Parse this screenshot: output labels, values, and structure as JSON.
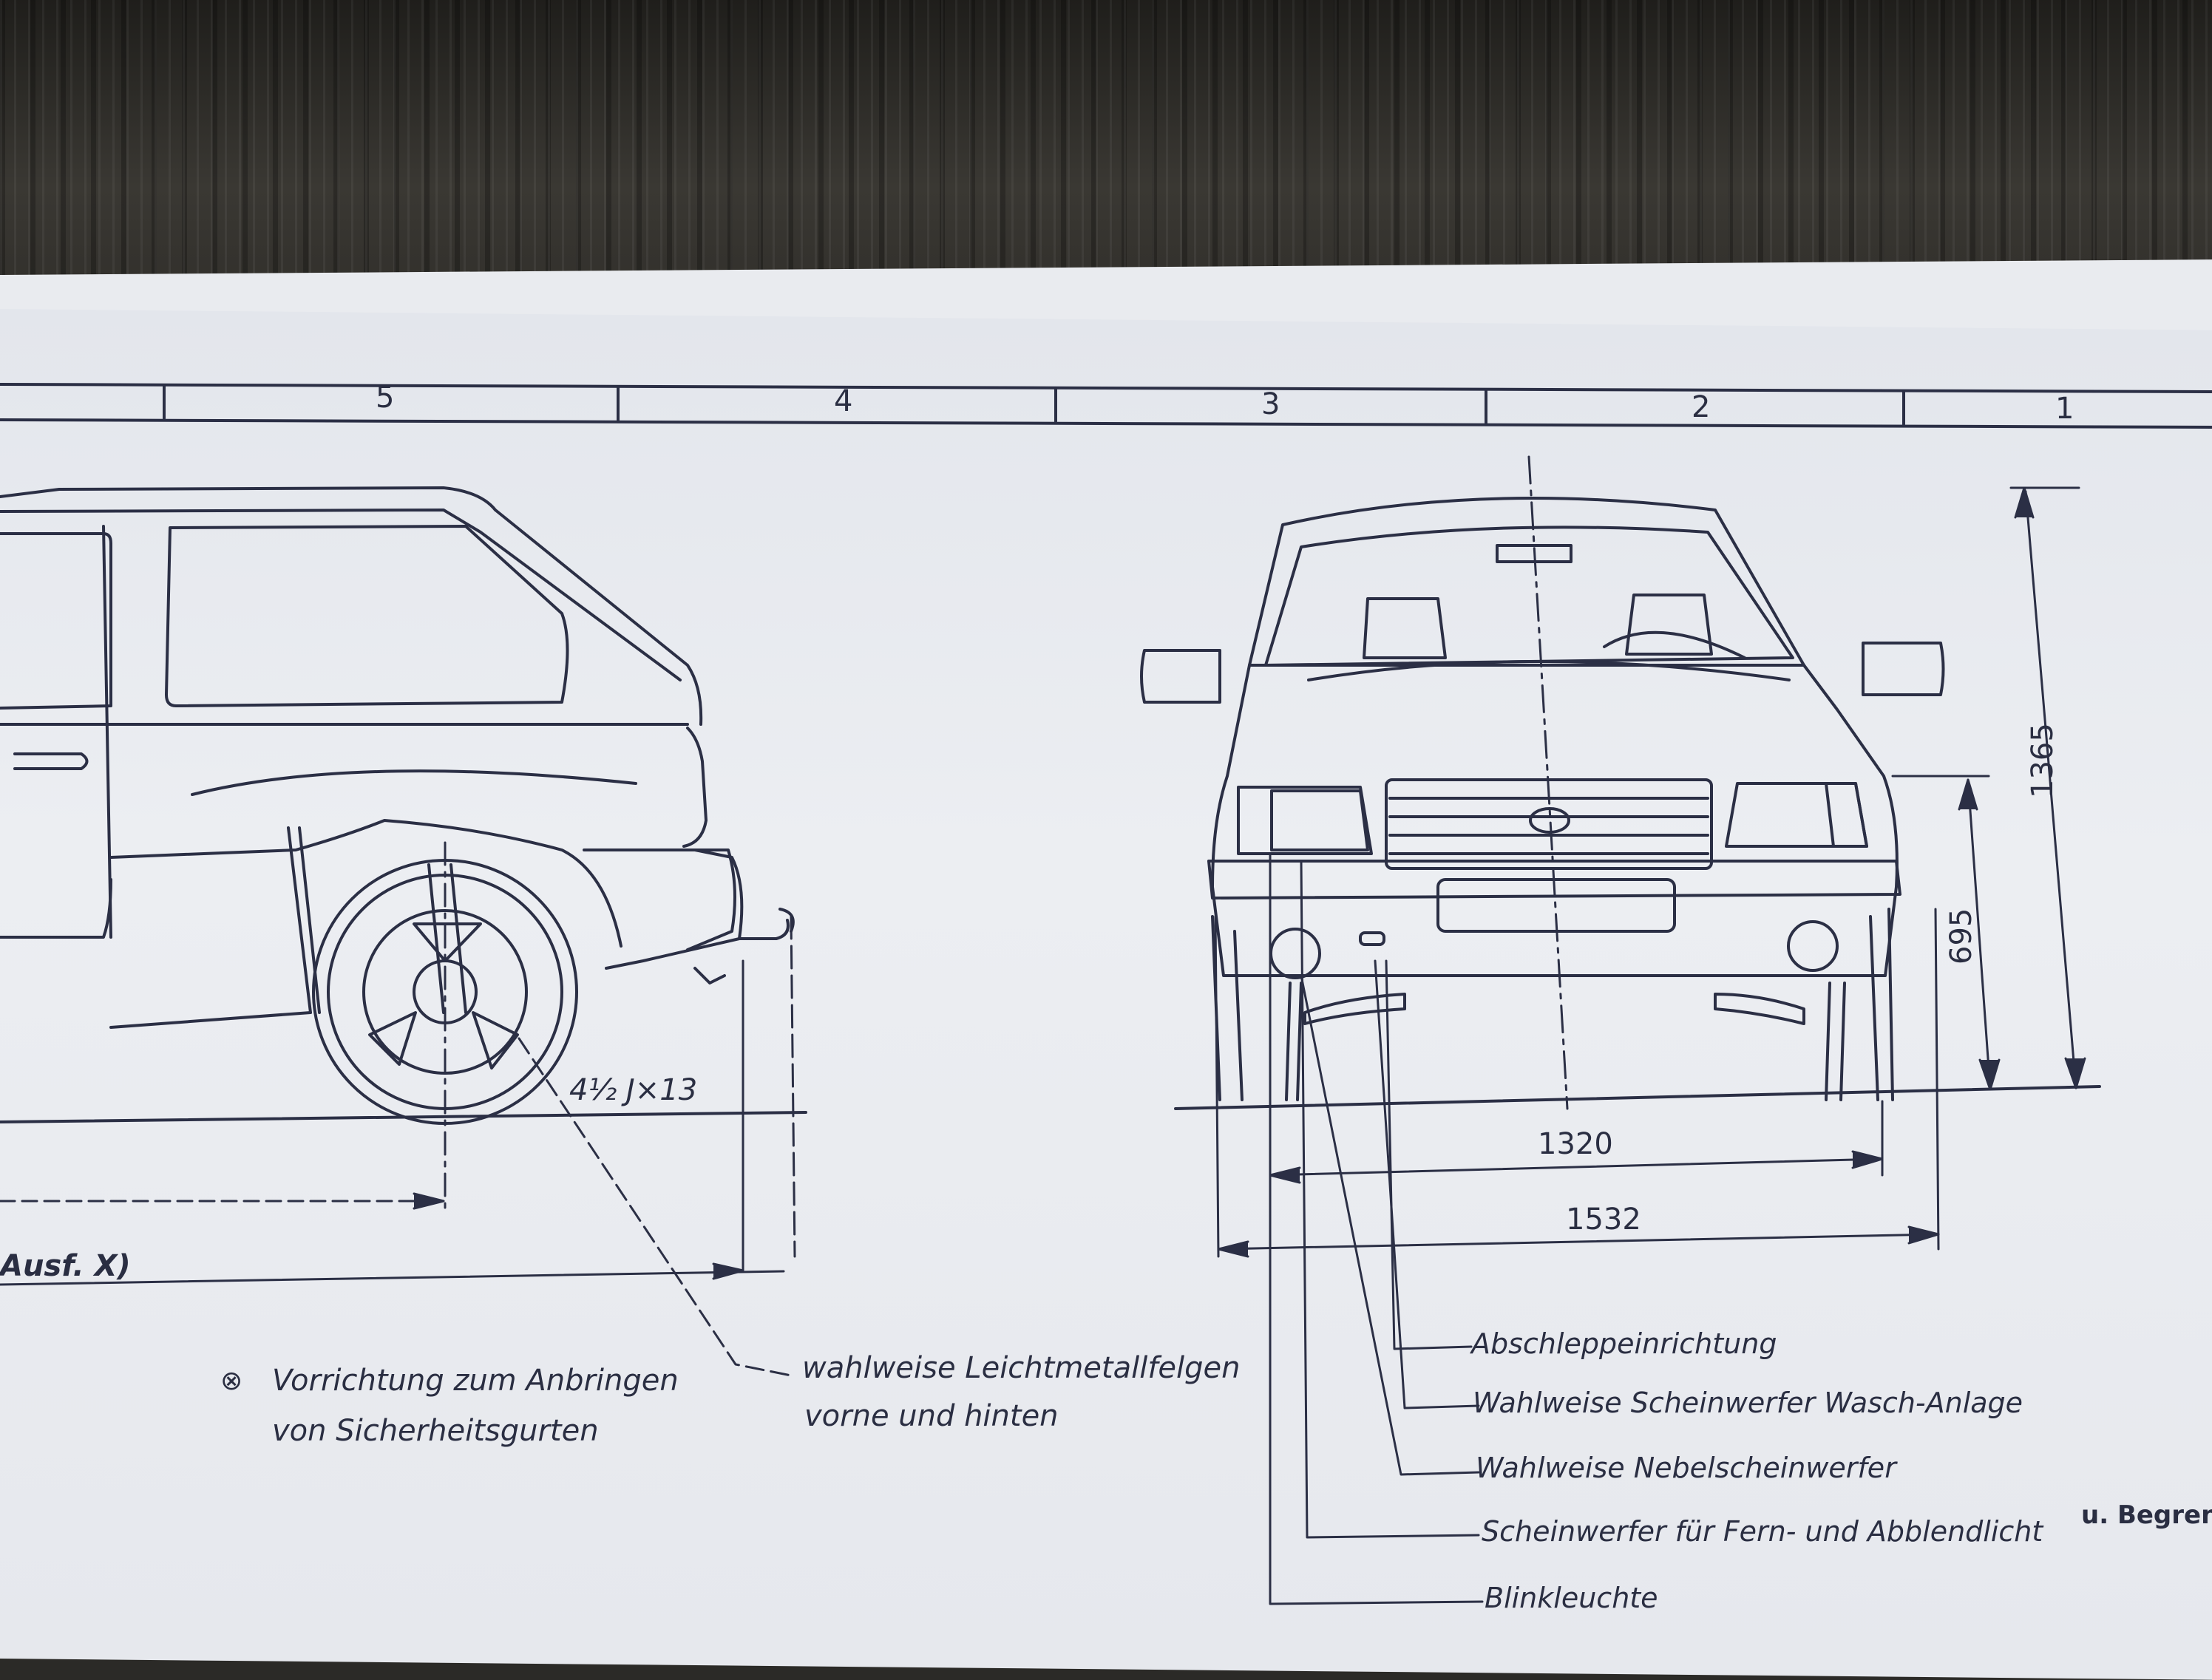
{
  "frame": {
    "zones": [
      "5",
      "4",
      "3",
      "2",
      "1"
    ]
  },
  "side_view": {
    "rim_label": "4½ J×13",
    "variant_label": "Ausf. X)"
  },
  "front_view": {
    "height_total": "1365",
    "height_bumper": "695",
    "track": "1320",
    "width_total": "1532"
  },
  "legend": {
    "belt_mount_symbol": "⊗",
    "belt_mount_line1": "Vorrichtung zum Anbringen",
    "belt_mount_line2": "von Sicherheitsgurten",
    "alloy_line1": "wahlweise Leichtmetallfelgen",
    "alloy_line2": "vorne und hinten"
  },
  "callouts": [
    "Abschleppeinrichtung",
    "Wahlweise Scheinwerfer Wasch-Anlage",
    "Wahlweise Nebelscheinwerfer",
    "Scheinwerfer für Fern- und Abblendlicht",
    "Blinkleuchte"
  ],
  "handwritten_note": "u. Begren"
}
